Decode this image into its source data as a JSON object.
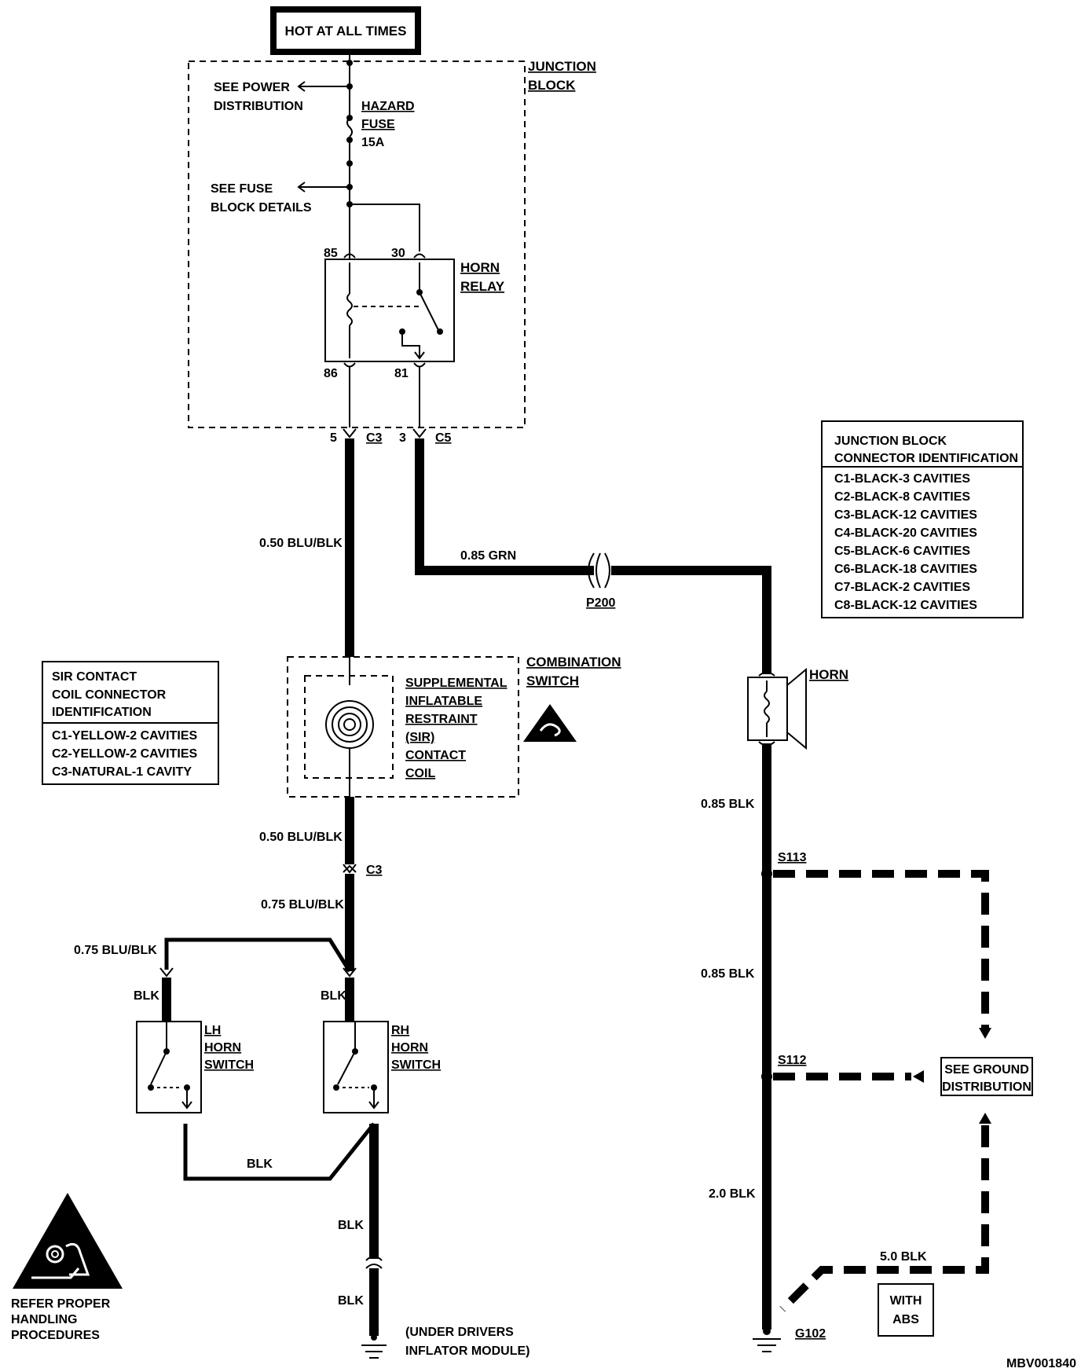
{
  "hot_at_all_times": "HOT AT ALL TIMES",
  "junction_block": {
    "line1": "JUNCTION",
    "line2": "BLOCK"
  },
  "see_power_distribution": {
    "line1": "SEE POWER",
    "line2": "DISTRIBUTION"
  },
  "hazard_fuse": {
    "line1": "HAZARD",
    "line2": "FUSE",
    "rating": "15A"
  },
  "see_fuse_block": {
    "line1": "SEE FUSE",
    "line2": "BLOCK DETAILS"
  },
  "horn_relay": {
    "line1": "HORN",
    "line2": "RELAY",
    "pin85": "85",
    "pin30": "30",
    "pin86": "86",
    "pin81": "81"
  },
  "jb_connectors": {
    "pin_c3": "5",
    "conn_c3": "C3",
    "pin_c5": "3",
    "conn_c5": "C5"
  },
  "junction_block_table": {
    "header1": "JUNCTION BLOCK",
    "header2": "CONNECTOR IDENTIFICATION",
    "rows": [
      "C1-BLACK-3 CAVITIES",
      "C2-BLACK-8 CAVITIES",
      "C3-BLACK-12 CAVITIES",
      "C4-BLACK-20 CAVITIES",
      "C5-BLACK-6 CAVITIES",
      "C6-BLACK-18 CAVITIES",
      "C7-BLACK-2 CAVITIES",
      "C8-BLACK-12 CAVITIES"
    ]
  },
  "sir_table": {
    "header1": "SIR CONTACT",
    "header2": "COIL CONNECTOR",
    "header3": "IDENTIFICATION",
    "rows": [
      "C1-YELLOW-2 CAVITIES",
      "C2-YELLOW-2 CAVITIES",
      "C3-NATURAL-1 CAVITY"
    ]
  },
  "wires": {
    "blu_blk_050_top": "0.50 BLU/BLK",
    "grn_085": "0.85 GRN",
    "blu_blk_050_mid": "0.50 BLU/BLK",
    "blu_blk_075_main": "0.75 BLU/BLK",
    "blu_blk_075_left": "0.75 BLU/BLK",
    "blk_lh": "BLK",
    "blk_rh": "BLK",
    "blk_bottom": "BLK",
    "blk_lower1": "BLK",
    "blk_lower2": "BLK",
    "blk_085_top": "0.85 BLK",
    "blk_085_mid": "0.85 BLK",
    "blk_20": "2.0 BLK",
    "blk_50": "5.0 BLK"
  },
  "p200": "P200",
  "combination_switch": {
    "line1": "COMBINATION",
    "line2": "SWITCH"
  },
  "sir_coil": {
    "l1": "SUPPLEMENTAL",
    "l2": "INFLATABLE",
    "l3": "RESTRAINT",
    "l4": "(SIR)",
    "l5": "CONTACT",
    "l6": "COIL"
  },
  "c3_lower": "C3",
  "horn": "HORN",
  "s113": "S113",
  "s112": "S112",
  "see_ground": {
    "line1": "SEE GROUND",
    "line2": "DISTRIBUTION"
  },
  "with_abs": {
    "line1": "WITH",
    "line2": "ABS"
  },
  "g102": "G102",
  "lh_switch": {
    "l1": "LH",
    "l2": "HORN",
    "l3": "SWITCH"
  },
  "rh_switch": {
    "l1": "RH",
    "l2": "HORN",
    "l3": "SWITCH"
  },
  "under_drivers": {
    "line1": "(UNDER DRIVERS",
    "line2": "INFLATOR MODULE)"
  },
  "refer_proper": {
    "l1": "REFER PROPER",
    "l2": "HANDLING",
    "l3": "PROCEDURES"
  },
  "diagram_id": "MBV001840"
}
